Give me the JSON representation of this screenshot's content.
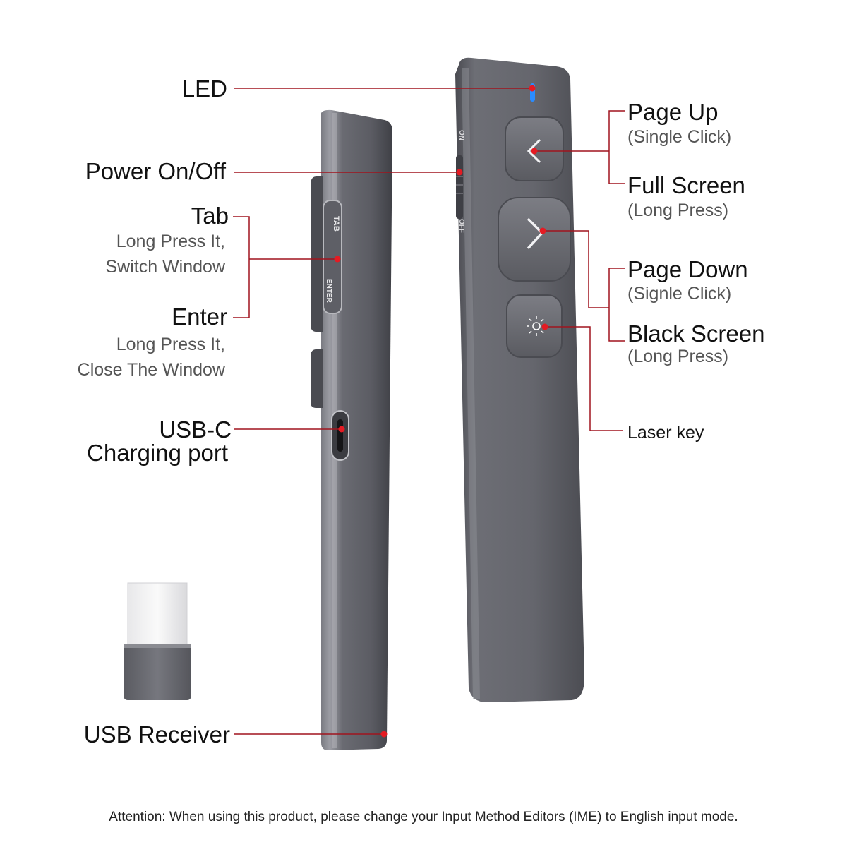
{
  "callouts": {
    "led": "LED",
    "power": "Power On/Off",
    "tab": "Tab",
    "tab_desc_1": "Long Press It,",
    "tab_desc_2": "Switch Window",
    "enter": "Enter",
    "enter_desc_1": "Long Press It,",
    "enter_desc_2": "Close The Window",
    "usbc_1": "USB-C",
    "usbc_2": "Charging port",
    "receiver": "USB Receiver",
    "page_up": "Page Up",
    "page_up_sub": "(Single Click)",
    "full_screen": "Full Screen",
    "full_screen_sub": "(Long Press)",
    "page_down": "Page Down",
    "page_down_sub": "(Signle Click)",
    "black_screen": "Black Screen",
    "black_screen_sub": "(Long Press)",
    "laser": "Laser key"
  },
  "device_markings": {
    "on": "ON",
    "off": "OFF",
    "tab": "TAB",
    "enter": "ENTER"
  },
  "attention": "Attention: When using this product, please change your Input Method Editors (IME) to English input mode.",
  "colors": {
    "leader_line": "#a0141e",
    "marker_dot": "#e41b23",
    "device_body": "#5f6067",
    "led": "#2a8cff"
  }
}
